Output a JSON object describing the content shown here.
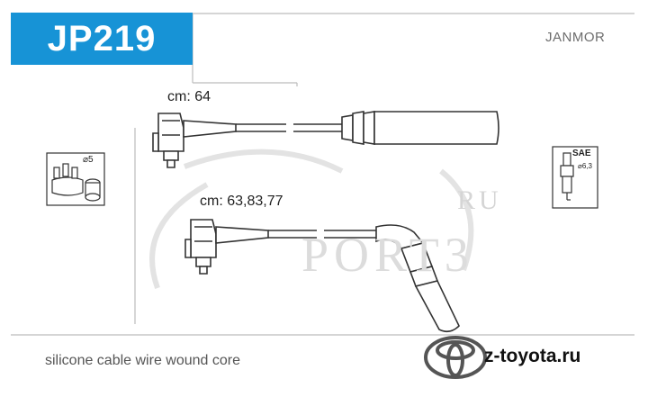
{
  "header": {
    "code": "JP219",
    "brand": "JANMOR"
  },
  "leads": [
    {
      "length_label": "cm: 64"
    },
    {
      "length_label": "cm: 63,83,77"
    }
  ],
  "distributor_icon": {
    "label": "⌀5"
  },
  "plug_icon": {
    "label_sae": "SAE",
    "label_dia": "⌀6,3"
  },
  "footer": {
    "description": "silicone cable wire wound core",
    "site": "z-toyota.ru"
  },
  "watermark": {
    "ru": "RU",
    "word": "PORT3"
  },
  "colors": {
    "accent": "#1793d6",
    "line": "#333333",
    "frame": "#bcbcbc"
  }
}
